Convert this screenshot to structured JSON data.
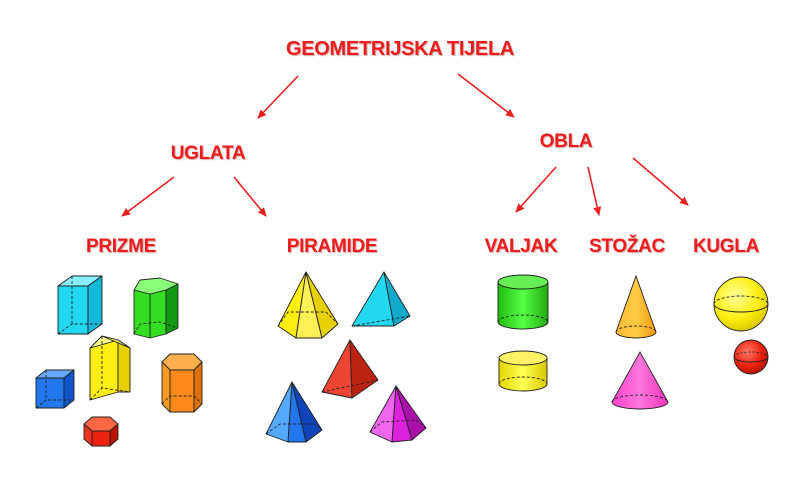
{
  "title": "GEOMETRIJSKA TIJELA",
  "branches": {
    "uglata": {
      "label": "UGLATA",
      "children": {
        "prizme": "PRIZME",
        "piramide": "PIRAMIDE"
      }
    },
    "obla": {
      "label": "OBLA",
      "children": {
        "valjak": "VALJAK",
        "stozac": "STOŽAC",
        "kugla": "KUGLA"
      }
    }
  },
  "colors": {
    "label": "#ee1c1c",
    "arrow": "#e82020",
    "cyan": "#22d8f0",
    "green": "#33dd22",
    "yellow": "#ffee11",
    "blue": "#2277ee",
    "orange": "#ff8a1a",
    "red": "#ee2211",
    "magenta": "#dd22dd",
    "pink": "#ff55cc"
  },
  "shapes": {
    "prizme": [
      "cyan-cuboid",
      "green-pentagonal-prism",
      "yellow-triangular-prism",
      "blue-cube",
      "orange-hexagonal-prism",
      "red-hexagonal-prism"
    ],
    "piramide": [
      "yellow-pentagonal-pyramid",
      "cyan-triangular-pyramid",
      "red-triangular-pyramid",
      "blue-square-pyramid",
      "magenta-pentagonal-pyramid"
    ],
    "valjak": [
      "green-cylinder",
      "yellow-cylinder"
    ],
    "stozac": [
      "orange-cone",
      "pink-cone"
    ],
    "kugla": [
      "yellow-sphere",
      "red-sphere"
    ]
  }
}
